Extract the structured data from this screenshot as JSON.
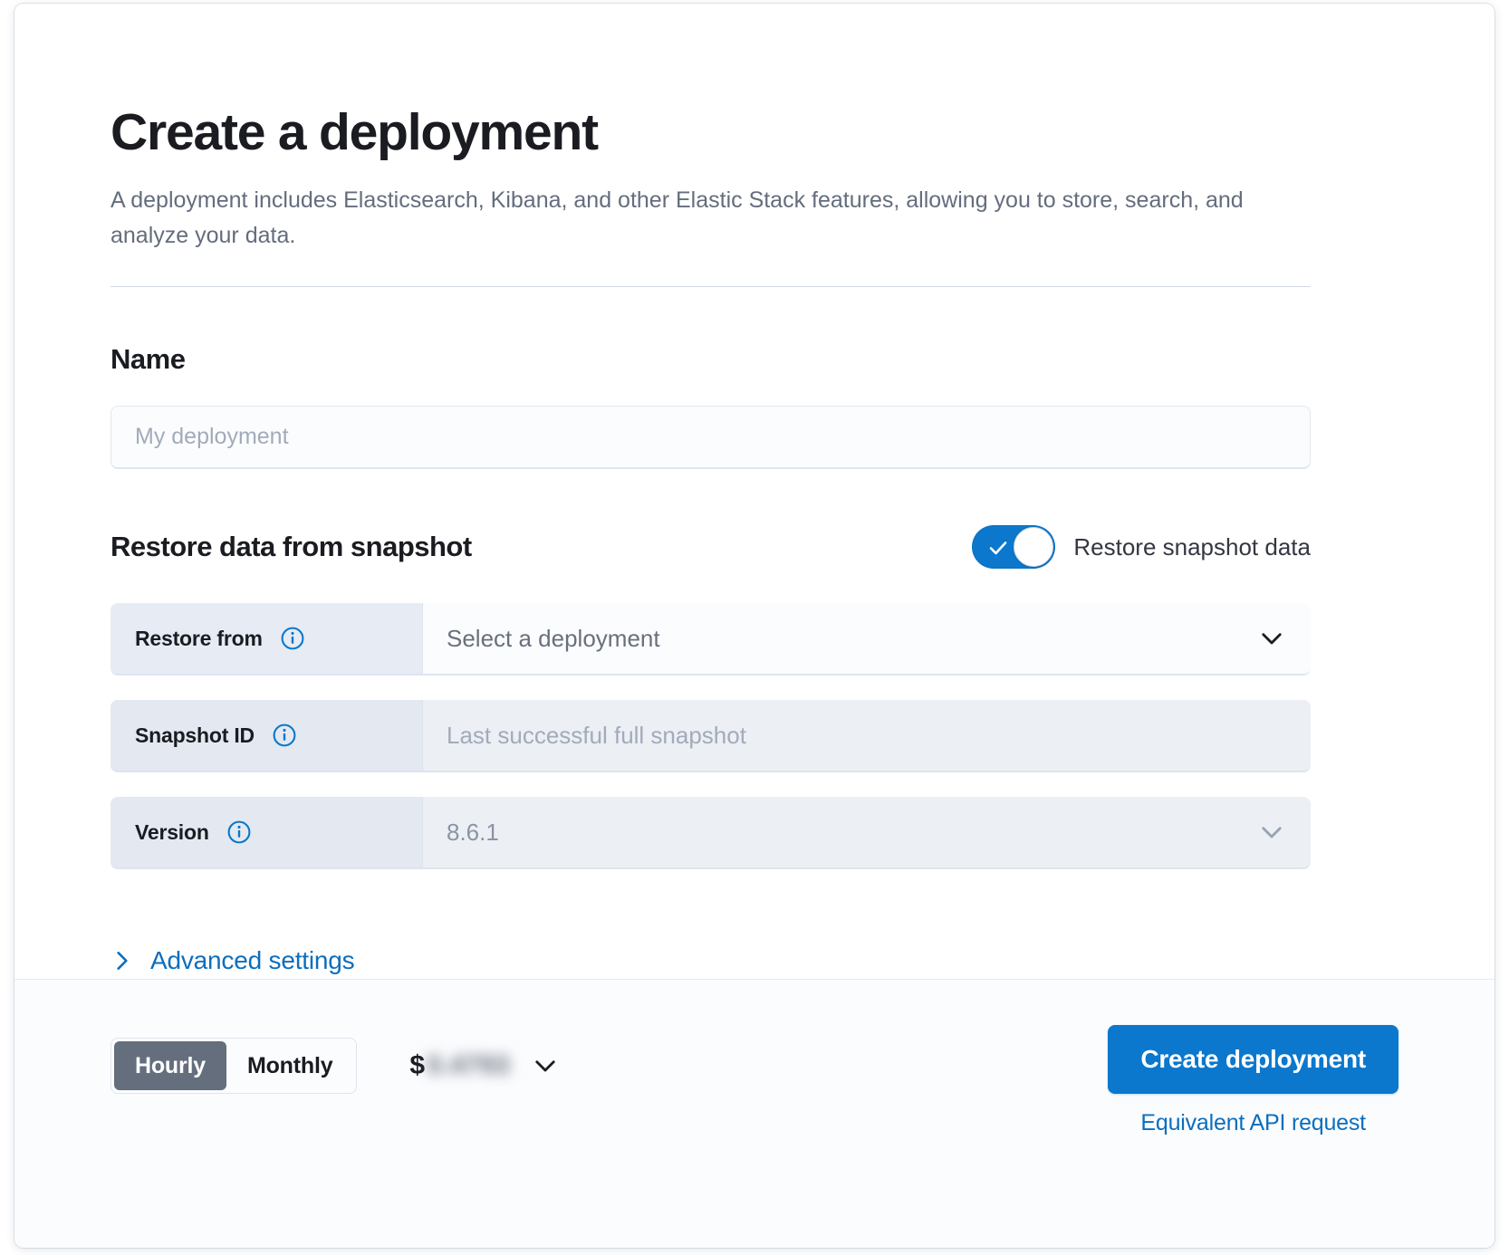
{
  "header": {
    "title": "Create a deployment",
    "description": "A deployment includes Elasticsearch, Kibana, and other Elastic Stack features, allowing you to store, search, and analyze your data."
  },
  "name_section": {
    "heading": "Name",
    "input_placeholder": "My deployment",
    "input_value": ""
  },
  "restore_section": {
    "heading": "Restore data from snapshot",
    "toggle": {
      "label": "Restore snapshot data",
      "state": "on",
      "icon": "check-icon",
      "color": "#0b78cd"
    },
    "rows": [
      {
        "label": "Restore from",
        "info_icon": "info-circle-icon",
        "value": "Select a deployment",
        "value_kind": "placeholder",
        "disabled": false,
        "trailing_icon": "chevron-down-icon"
      },
      {
        "label": "Snapshot ID",
        "info_icon": "info-circle-icon",
        "value": "Last successful full snapshot",
        "value_kind": "placeholder",
        "disabled": true,
        "trailing_icon": ""
      },
      {
        "label": "Version",
        "info_icon": "info-circle-icon",
        "value": "8.6.1",
        "value_kind": "value",
        "disabled": true,
        "trailing_icon": "chevron-down-icon"
      }
    ],
    "advanced_settings": {
      "label": "Advanced settings",
      "icon": "chevron-right-icon",
      "expanded": false,
      "color": "#0b6ebe"
    }
  },
  "bottom_bar": {
    "billing_period": {
      "options": [
        "Hourly",
        "Monthly"
      ],
      "selected": "Hourly"
    },
    "price": {
      "currency_symbol": "$",
      "amount": "0.4793",
      "obscured": true,
      "expand_icon": "chevron-down-icon"
    },
    "create_button": "Create deployment",
    "api_link": "Equivalent API request"
  },
  "colors": {
    "primary": "#0b78cd",
    "link": "#0b6ebe",
    "text": "#1a1c21",
    "muted_text": "#646d7d",
    "prepend_bg": "#e7ebf3",
    "disabled_bg": "#eceff4",
    "segment_active_bg": "#646e7d"
  }
}
